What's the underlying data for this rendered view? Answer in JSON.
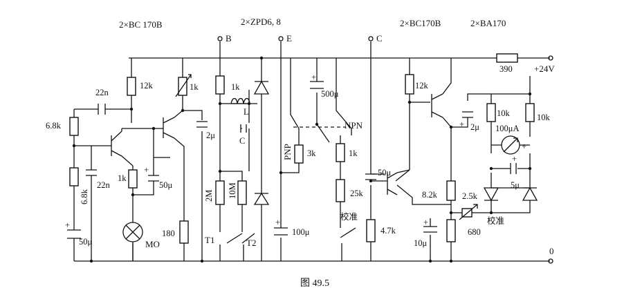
{
  "figure": {
    "caption": "图 49.5",
    "headings": {
      "transistors_left": "2×BC 170B",
      "zeners": "2×ZPD6, 8",
      "transistors_right": "2×BC170B",
      "diodes": "2×BA170"
    }
  },
  "terminals": {
    "base": "B",
    "emitter": "E",
    "collector": "C",
    "supply": "+24V",
    "ground": "0"
  },
  "components": {
    "c_22n_coupling": "22n",
    "r_6_8k_top": "6.8k",
    "r_6_8k_bottom": "6.8k",
    "c_22n_shunt": "22n",
    "c_50u_bottom_left": "50μ",
    "r_12k_left": "12k",
    "trim_1k": "1k",
    "r_1k_emitter": "1k",
    "c_50u_emitter": "50μ",
    "lamp": "MO",
    "r_180": "180",
    "c_2u_left": "2μ",
    "r_1k_b": "1k",
    "inductor": "L",
    "c_tank": "C",
    "r_2m": "2M",
    "r_10m": "10M",
    "switch_t1": "T1",
    "switch_t2": "T2",
    "c_100u": "100μ",
    "switch_pnp": "PNP",
    "switch_npn": "NPN",
    "r_3k": "3k",
    "c_500u": "500μ",
    "r_1k_mid": "1k",
    "r_25k": "25k",
    "calib_left": "校准",
    "c_50u_mid": "50μ",
    "r_4_7k": "4.7k",
    "r_12k_right": "12k",
    "r_8_2k": "8.2k",
    "c_10u": "10μ",
    "r_390": "390",
    "c_2u_right": "2μ",
    "r_10k_a": "10k",
    "meter": "100μA",
    "r_10k_b": "10k",
    "c_5u": "5μ",
    "trim_2_5k": "2.5k",
    "calib_right": "校准",
    "r_680": "680"
  }
}
